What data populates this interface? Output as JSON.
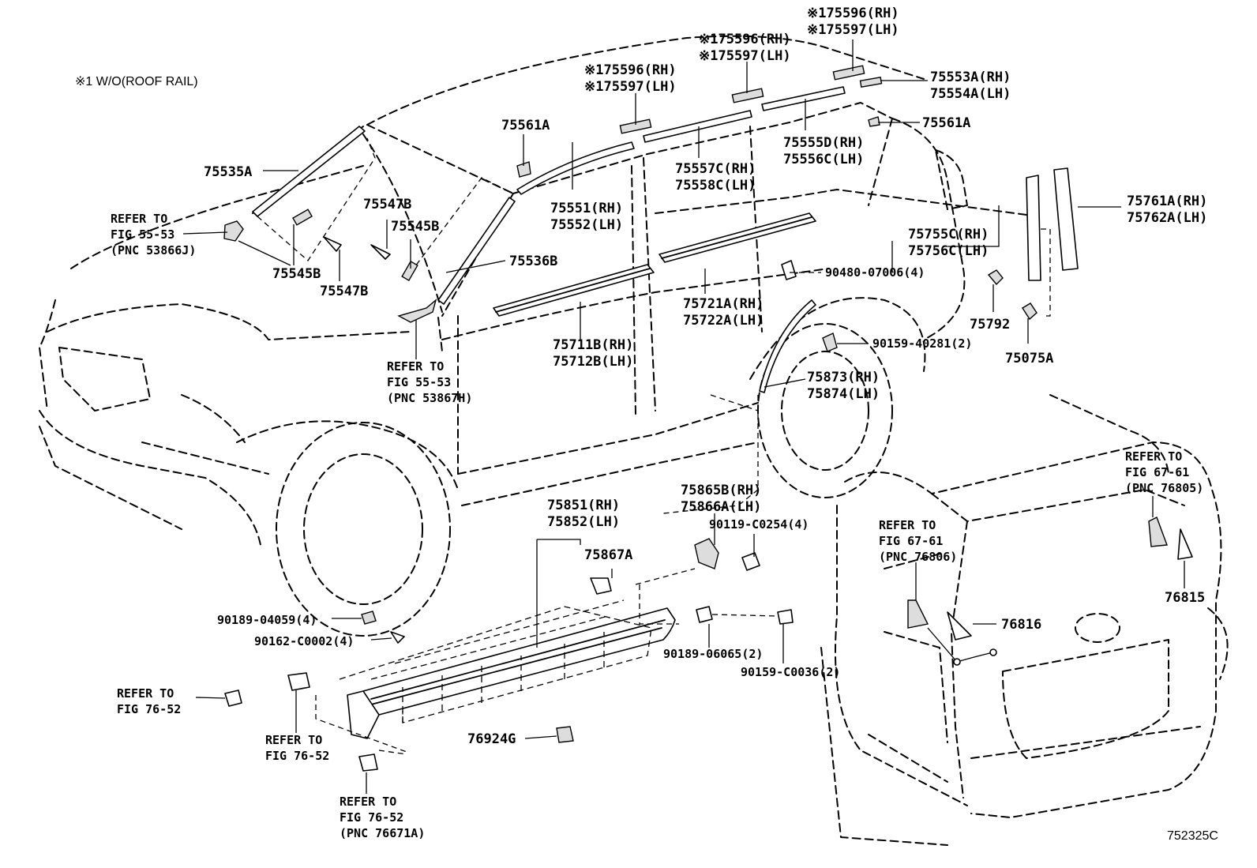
{
  "note": "※1 W/O(ROOF RAIL)",
  "diagram_code": "752325C",
  "labels": {
    "l_75596_rh_a": "※175596(RH)",
    "l_75597_lh_a": "※175597(LH)",
    "l_75596_rh_b": "※175596(RH)",
    "l_75597_lh_b": "※175597(LH)",
    "l_75596_rh_c": "※175596(RH)",
    "l_75597_lh_c": "※175597(LH)",
    "l_75553a": "75553A(RH)",
    "l_75554a": "75554A(LH)",
    "l_75561a_right": "75561A",
    "l_75561a_left": "75561A",
    "l_75555d": "75555D(RH)",
    "l_75556c": "75556C(LH)",
    "l_75557c": "75557C(RH)",
    "l_75558c": "75558C(LH)",
    "l_75535a": "75535A",
    "l_75547b_top": "75547B",
    "l_75545b_top": "75545B",
    "l_75545b_bot": "75545B",
    "l_75547b_bot": "75547B",
    "l_75536b": "75536B",
    "l_75551": "75551(RH)",
    "l_75552": "75552(LH)",
    "l_75761a": "75761A(RH)",
    "l_75762a": "75762A(LH)",
    "l_75755c": "75755C(RH)",
    "l_75756c": "75756C(LH)",
    "l_90480": "90480-07006(4)",
    "l_75792": "75792",
    "l_75075a": "75075A",
    "l_75721a": "75721A(RH)",
    "l_75722a": "75722A(LH)",
    "l_75711b": "75711B(RH)",
    "l_75712b": "75712B(LH)",
    "l_90159_40281": "90159-40281(2)",
    "l_75873": "75873(RH)",
    "l_75874": "75874(LH)",
    "l_75865b": "75865B(RH)",
    "l_75866a": "75866A(LH)",
    "l_90119": "90119-C0254(4)",
    "l_75851": "75851(RH)",
    "l_75852": "75852(LH)",
    "l_75867a": "75867A",
    "l_90189_04059": "90189-04059(4)",
    "l_90162": "90162-C0002(4)",
    "l_90189_06065": "90189-06065(2)",
    "l_90159_c0036": "90159-C0036(2)",
    "l_76924g": "76924G",
    "l_76816": "76816",
    "l_76815": "76815"
  },
  "refs": {
    "r1": [
      "REFER TO",
      "FIG 55-53",
      "(PNC 53866J)"
    ],
    "r2": [
      "REFER TO",
      "FIG 55-53",
      "(PNC 53867H)"
    ],
    "r3": [
      "REFER TO",
      "FIG 67-61",
      "(PNC 76805)"
    ],
    "r4": [
      "REFER TO",
      "FIG 67-61",
      "(PNC 76806)"
    ],
    "r5": [
      "REFER TO",
      "FIG 76-52"
    ],
    "r6": [
      "REFER TO",
      "FIG 76-52"
    ],
    "r7": [
      "REFER TO",
      "FIG 76-52",
      "(PNC 76671A)"
    ]
  }
}
